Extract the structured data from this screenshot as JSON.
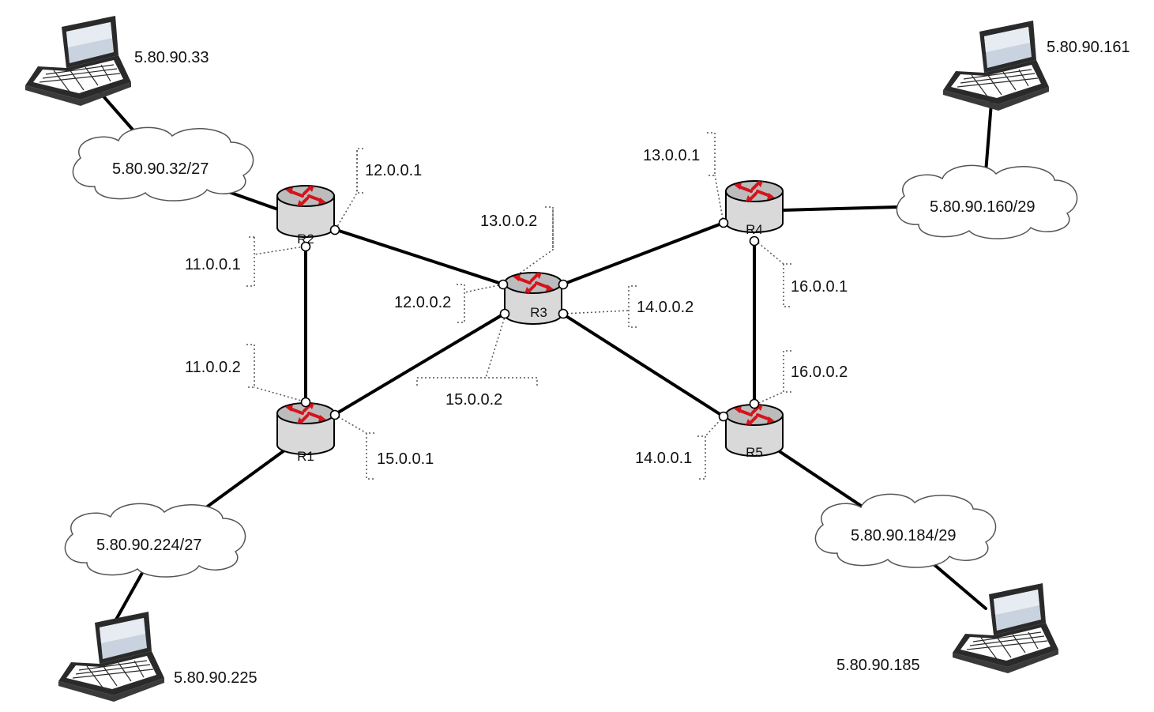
{
  "routers": {
    "r1": "R1",
    "r2": "R2",
    "r3": "R3",
    "r4": "R4",
    "r5": "R5"
  },
  "networks": {
    "top_left": "5.80.90.32/27",
    "bottom_left": "5.80.90.224/27",
    "top_right": "5.80.90.160/29",
    "bottom_right": "5.80.90.184/29"
  },
  "hosts": {
    "top_left": "5.80.90.33",
    "bottom_left": "5.80.90.225",
    "top_right": "5.80.90.161",
    "bottom_right": "5.80.90.185"
  },
  "interfaces": {
    "r2_r3": "12.0.0.1",
    "r3_r2": "12.0.0.2",
    "r2_r1": "11.0.0.1",
    "r1_r2": "11.0.0.2",
    "r1_r3": "15.0.0.1",
    "r3_r1": "15.0.0.2",
    "r3_r4": "13.0.0.2",
    "r4_r3": "13.0.0.1",
    "r3_r5": "14.0.0.2",
    "r5_r3": "14.0.0.1",
    "r4_r5": "16.0.0.1",
    "r5_r4": "16.0.0.2"
  },
  "colors": {
    "router_body": "#d9d9d9",
    "router_arrows": "#d4141c",
    "link": "#000000"
  },
  "icons": {
    "router": "router-icon",
    "laptop": "laptop-icon",
    "cloud": "cloud-icon"
  }
}
